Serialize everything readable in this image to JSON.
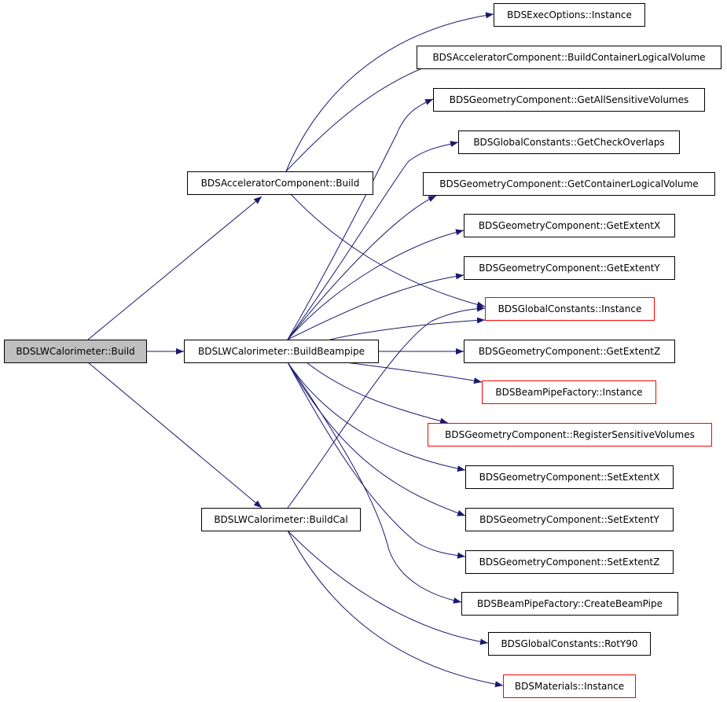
{
  "colors": {
    "edge": "#191970",
    "border_normal": "#000000",
    "border_truncated": "#ff0000",
    "root_fill": "#bfbfbf",
    "node_fill": "#ffffff"
  },
  "nodes": [
    {
      "id": "n0",
      "label": "BDSLWCalorimeter::Build",
      "style": "root"
    },
    {
      "id": "n1",
      "label": "BDSAcceleratorComponent::Build",
      "style": "normal"
    },
    {
      "id": "n2",
      "label": "BDSLWCalorimeter::BuildBeampipe",
      "style": "normal"
    },
    {
      "id": "n3",
      "label": "BDSLWCalorimeter::BuildCal",
      "style": "normal"
    },
    {
      "id": "n4",
      "label": "BDSExecOptions::Instance",
      "style": "normal"
    },
    {
      "id": "n5",
      "label": "BDSAcceleratorComponent::BuildContainerLogicalVolume",
      "style": "normal"
    },
    {
      "id": "n6",
      "label": "BDSGeometryComponent::GetAllSensitiveVolumes",
      "style": "normal"
    },
    {
      "id": "n7",
      "label": "BDSGlobalConstants::GetCheckOverlaps",
      "style": "normal"
    },
    {
      "id": "n8",
      "label": "BDSGeometryComponent::GetContainerLogicalVolume",
      "style": "normal"
    },
    {
      "id": "n9",
      "label": "BDSGeometryComponent::GetExtentX",
      "style": "normal"
    },
    {
      "id": "n10",
      "label": "BDSGeometryComponent::GetExtentY",
      "style": "normal"
    },
    {
      "id": "n11",
      "label": "BDSGlobalConstants::Instance",
      "style": "truncated"
    },
    {
      "id": "n12",
      "label": "BDSGeometryComponent::GetExtentZ",
      "style": "normal"
    },
    {
      "id": "n13",
      "label": "BDSBeamPipeFactory::Instance",
      "style": "truncated"
    },
    {
      "id": "n14",
      "label": "BDSGeometryComponent::RegisterSensitiveVolumes",
      "style": "truncated"
    },
    {
      "id": "n15",
      "label": "BDSGeometryComponent::SetExtentX",
      "style": "normal"
    },
    {
      "id": "n16",
      "label": "BDSGeometryComponent::SetExtentY",
      "style": "normal"
    },
    {
      "id": "n17",
      "label": "BDSGeometryComponent::SetExtentZ",
      "style": "normal"
    },
    {
      "id": "n18",
      "label": "BDSBeamPipeFactory::CreateBeamPipe",
      "style": "normal"
    },
    {
      "id": "n19",
      "label": "BDSGlobalConstants::RotY90",
      "style": "normal"
    },
    {
      "id": "n20",
      "label": "BDSMaterials::Instance",
      "style": "truncated"
    }
  ],
  "edges": [
    {
      "from": "n0",
      "to": "n1"
    },
    {
      "from": "n0",
      "to": "n2"
    },
    {
      "from": "n0",
      "to": "n3"
    },
    {
      "from": "n1",
      "to": "n4"
    },
    {
      "from": "n1",
      "to": "n5"
    },
    {
      "from": "n1",
      "to": "n11"
    },
    {
      "from": "n2",
      "to": "n6"
    },
    {
      "from": "n2",
      "to": "n7"
    },
    {
      "from": "n2",
      "to": "n8"
    },
    {
      "from": "n2",
      "to": "n9"
    },
    {
      "from": "n2",
      "to": "n10"
    },
    {
      "from": "n2",
      "to": "n11"
    },
    {
      "from": "n2",
      "to": "n12"
    },
    {
      "from": "n2",
      "to": "n13"
    },
    {
      "from": "n2",
      "to": "n14"
    },
    {
      "from": "n2",
      "to": "n15"
    },
    {
      "from": "n2",
      "to": "n16"
    },
    {
      "from": "n2",
      "to": "n17"
    },
    {
      "from": "n2",
      "to": "n18"
    },
    {
      "from": "n3",
      "to": "n11"
    },
    {
      "from": "n3",
      "to": "n19"
    },
    {
      "from": "n3",
      "to": "n20"
    }
  ]
}
